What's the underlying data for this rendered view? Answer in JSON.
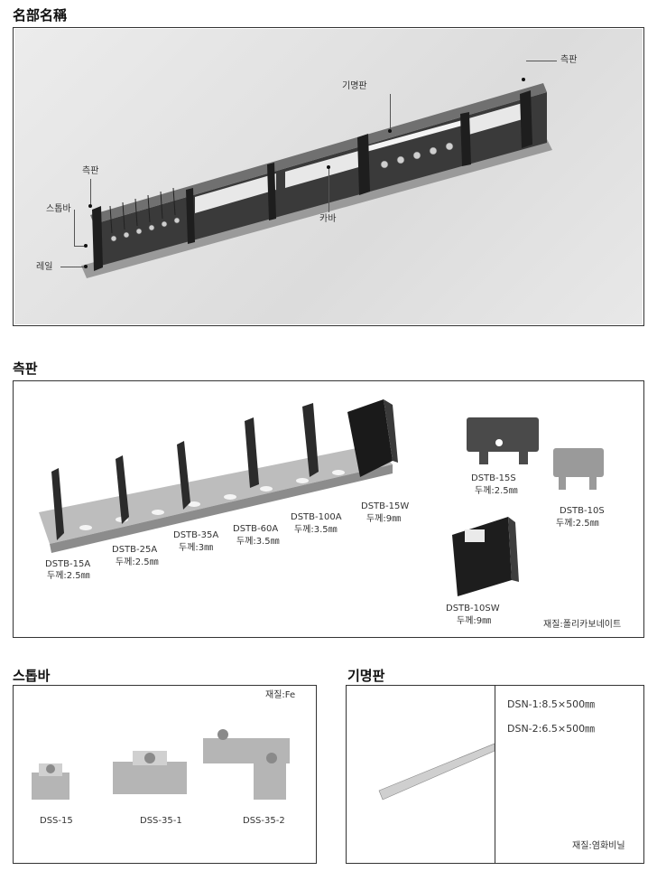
{
  "sections": {
    "s1": {
      "heading": "名部名稱"
    },
    "s2": {
      "heading": "측판"
    },
    "s3": {
      "heading": "스톱바"
    },
    "s4": {
      "heading": "기명판"
    }
  },
  "parts_photo": {
    "labels": {
      "side_plate_right": "측판",
      "name_plate": "기명판",
      "side_plate_left": "측판",
      "stop_bar": "스톱바",
      "cover": "카바",
      "rail": "레일"
    }
  },
  "side_plates": {
    "items": [
      {
        "model": "DSTB-15A",
        "thickness": "두께:2.5㎜"
      },
      {
        "model": "DSTB-25A",
        "thickness": "두께:2.5㎜"
      },
      {
        "model": "DSTB-35A",
        "thickness": "두께:3㎜"
      },
      {
        "model": "DSTB-60A",
        "thickness": "두께:3.5㎜"
      },
      {
        "model": "DSTB-100A",
        "thickness": "두께:3.5㎜"
      },
      {
        "model": "DSTB-15W",
        "thickness": "두께:9㎜"
      },
      {
        "model": "DSTB-15S",
        "thickness": "두께:2.5㎜"
      },
      {
        "model": "DSTB-10S",
        "thickness": "두께:2.5㎜"
      },
      {
        "model": "DSTB-10SW",
        "thickness": "두께:9㎜"
      }
    ],
    "material": "재질:폴리카보네이트"
  },
  "stop_bar": {
    "material": "재질:Fe",
    "items": [
      "DSS-15",
      "DSS-35-1",
      "DSS-35-2"
    ]
  },
  "name_plate": {
    "specs": [
      "DSN-1:8.5×500㎜",
      "DSN-2:6.5×500㎜"
    ],
    "material": "재질:염화비닐"
  }
}
